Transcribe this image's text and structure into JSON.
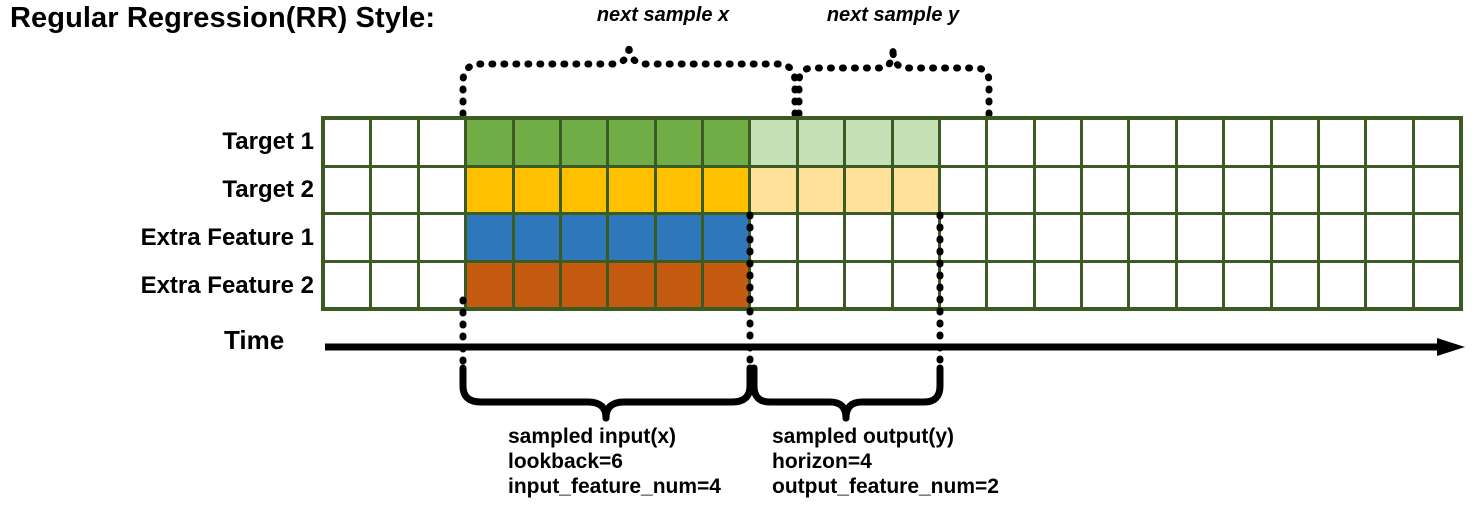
{
  "title": "Regular Regression(RR) Style:",
  "colors": {
    "grid_border": "#3B5B22",
    "target1_active": "#70AD47",
    "target1_faded": "#C5E0B4",
    "target2_active": "#FFC000",
    "target2_faded": "#FFE199",
    "extra1_active": "#2E77BB",
    "extra2_active": "#C55A11",
    "empty": "#FFFFFF",
    "line": "#000000"
  },
  "grid": {
    "columns": 24,
    "rows": [
      {
        "label": "Target 1",
        "cells": [
          "empty",
          "empty",
          "empty",
          "target1_active",
          "target1_active",
          "target1_active",
          "target1_active",
          "target1_active",
          "target1_active",
          "target1_faded",
          "target1_faded",
          "target1_faded",
          "target1_faded",
          "empty",
          "empty",
          "empty",
          "empty",
          "empty",
          "empty",
          "empty",
          "empty",
          "empty",
          "empty",
          "empty"
        ]
      },
      {
        "label": "Target 2",
        "cells": [
          "empty",
          "empty",
          "empty",
          "target2_active",
          "target2_active",
          "target2_active",
          "target2_active",
          "target2_active",
          "target2_active",
          "target2_faded",
          "target2_faded",
          "target2_faded",
          "target2_faded",
          "empty",
          "empty",
          "empty",
          "empty",
          "empty",
          "empty",
          "empty",
          "empty",
          "empty",
          "empty",
          "empty"
        ]
      },
      {
        "label": "Extra Feature 1",
        "cells": [
          "empty",
          "empty",
          "empty",
          "extra1_active",
          "extra1_active",
          "extra1_active",
          "extra1_active",
          "extra1_active",
          "extra1_active",
          "empty",
          "empty",
          "empty",
          "empty",
          "empty",
          "empty",
          "empty",
          "empty",
          "empty",
          "empty",
          "empty",
          "empty",
          "empty",
          "empty",
          "empty"
        ]
      },
      {
        "label": "Extra Feature 2",
        "cells": [
          "empty",
          "empty",
          "empty",
          "extra2_active",
          "extra2_active",
          "extra2_active",
          "extra2_active",
          "extra2_active",
          "extra2_active",
          "empty",
          "empty",
          "empty",
          "empty",
          "empty",
          "empty",
          "empty",
          "empty",
          "empty",
          "empty",
          "empty",
          "empty",
          "empty",
          "empty",
          "empty"
        ]
      }
    ]
  },
  "axis": {
    "label": "Time",
    "direction": "right-arrow"
  },
  "top_braces": [
    {
      "label": "next sample x"
    },
    {
      "label": "next sample y"
    }
  ],
  "bottom_annotations": [
    {
      "title": "sampled input(x)",
      "line2": "lookback=6",
      "line3": "input_feature_num=4"
    },
    {
      "title": "sampled output(y)",
      "line2": "horizon=4",
      "line3": "output_feature_num=2"
    }
  ]
}
